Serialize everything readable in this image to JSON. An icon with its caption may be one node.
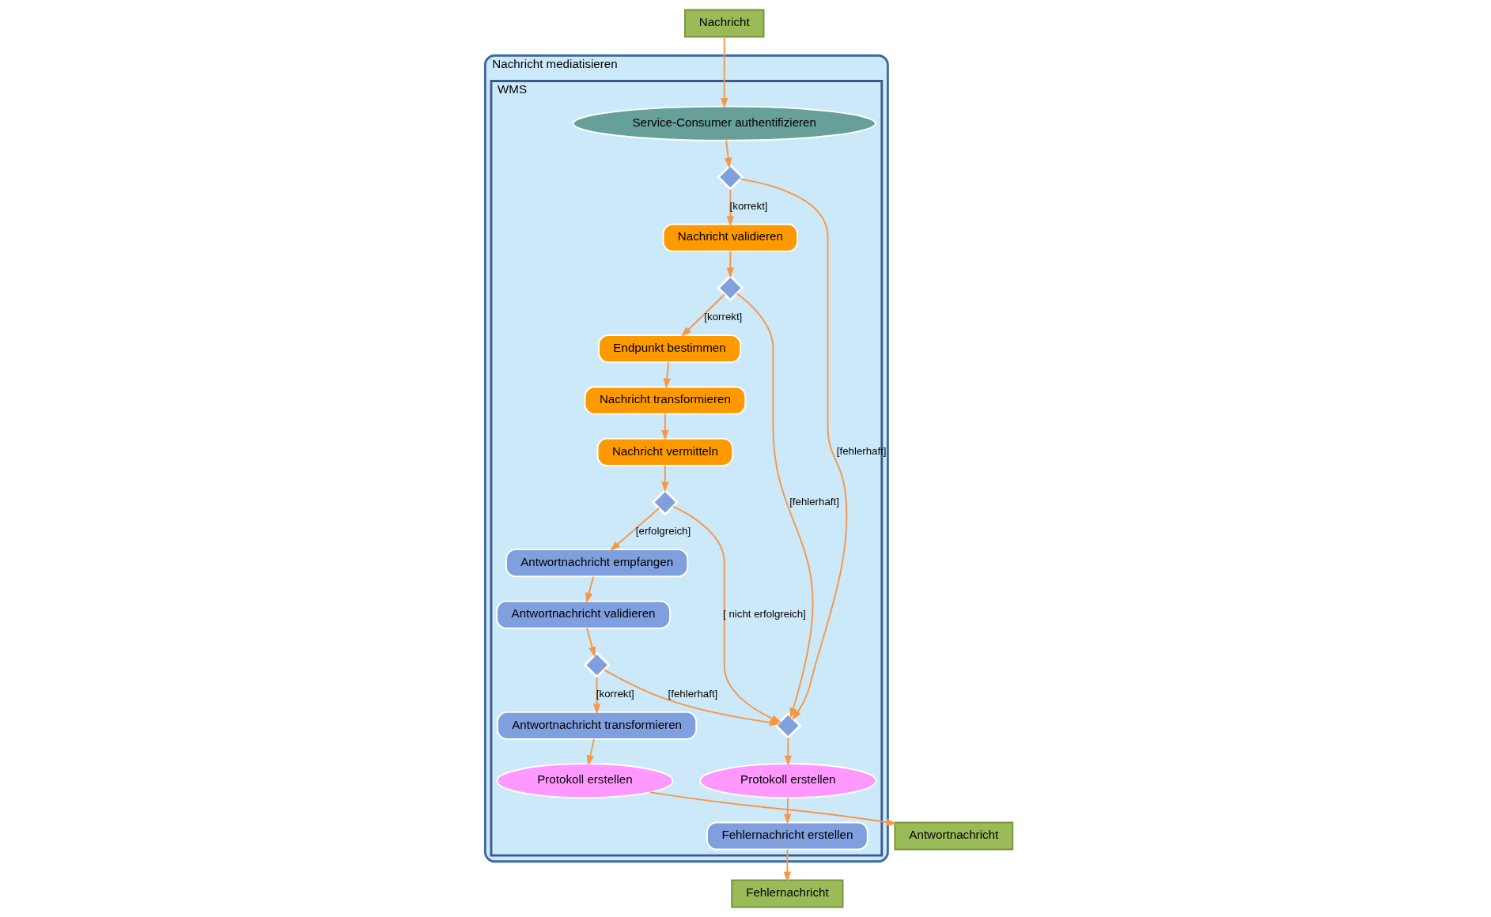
{
  "diagram": {
    "nodes": [
      {
        "text": [
          "Nachricht mediatisieren"
        ]
      },
      {
        "text": [
          "WMS"
        ],
        "in": 0
      },
      {
        "text": [
          "Nachricht"
        ]
      },
      {
        "text": [
          "Fehlernachricht"
        ]
      },
      {
        "text": [
          "Antwortnachricht"
        ]
      },
      {
        "text": [
          "Service-Consumer authentifizieren"
        ],
        "in": 1
      },
      {
        "text": [],
        "shape": "diamond",
        "in": 1
      },
      {
        "text": [
          "Nachricht validieren"
        ],
        "in": 1
      },
      {
        "text": [],
        "shape": "diamond",
        "in": 1
      },
      {
        "text": [
          "Endpunkt bestimmen"
        ],
        "in": 1
      },
      {
        "text": [
          "Nachricht transformieren"
        ],
        "in": 1
      },
      {
        "text": [
          "Nachricht vermitteln"
        ],
        "in": 1
      },
      {
        "text": [],
        "shape": "diamond",
        "in": 1
      },
      {
        "text": [
          "Antwortnachricht empfangen"
        ],
        "in": 1
      },
      {
        "text": [
          "Antwortnachricht validieren"
        ],
        "in": 1
      },
      {
        "text": [],
        "shape": "diamond",
        "in": 1
      },
      {
        "text": [
          "Antwortnachricht transformieren"
        ],
        "in": 1
      },
      {
        "text": [
          "Protokoll erstellen"
        ],
        "in": 1
      },
      {
        "text": [],
        "shape": "diamond",
        "in": 1
      },
      {
        "text": [
          "Protokoll erstellen"
        ],
        "in": 1
      },
      {
        "text": [
          "Fehlernachricht erstellen"
        ],
        "in": 1
      }
    ],
    "edges": [
      {
        "from": 2,
        "to": 5,
        "arrow": "to"
      },
      {
        "from": 5,
        "to": 6,
        "arrow": "to"
      },
      {
        "from": 6,
        "to": 7,
        "arrow": "to",
        "label": "[korrekt]"
      },
      {
        "from": 6,
        "to": 18,
        "arrow": "to",
        "label": "[fehlerhaft]"
      },
      {
        "from": 7,
        "to": 8,
        "arrow": "to"
      },
      {
        "from": 8,
        "to": 9,
        "arrow": "to",
        "label": "[korrekt]"
      },
      {
        "from": 8,
        "to": 18,
        "arrow": "to",
        "label": "[fehlerhaft]"
      },
      {
        "from": 9,
        "to": 10,
        "arrow": "to"
      },
      {
        "from": 10,
        "to": 11,
        "arrow": "to"
      },
      {
        "from": 11,
        "to": 12,
        "arrow": "to"
      },
      {
        "from": 12,
        "to": 13,
        "arrow": "to",
        "label": "[erfolgreich]"
      },
      {
        "from": 12,
        "to": 18,
        "arrow": "to",
        "label": "[ nicht erfolgreich]"
      },
      {
        "from": 13,
        "to": 14,
        "arrow": "to"
      },
      {
        "from": 14,
        "to": 15,
        "arrow": "to"
      },
      {
        "from": 15,
        "to": 16,
        "arrow": "to",
        "label": "[korrekt]"
      },
      {
        "from": 15,
        "to": 18,
        "arrow": "to",
        "label": "[fehlerhaft]"
      },
      {
        "from": 16,
        "to": 17,
        "arrow": "to"
      },
      {
        "from": 17,
        "to": 4,
        "arrow": "to"
      },
      {
        "from": 18,
        "to": 19,
        "arrow": "to"
      },
      {
        "from": 19,
        "to": 20,
        "arrow": "to"
      },
      {
        "from": 20,
        "to": 3,
        "arrow": "to"
      }
    ]
  }
}
